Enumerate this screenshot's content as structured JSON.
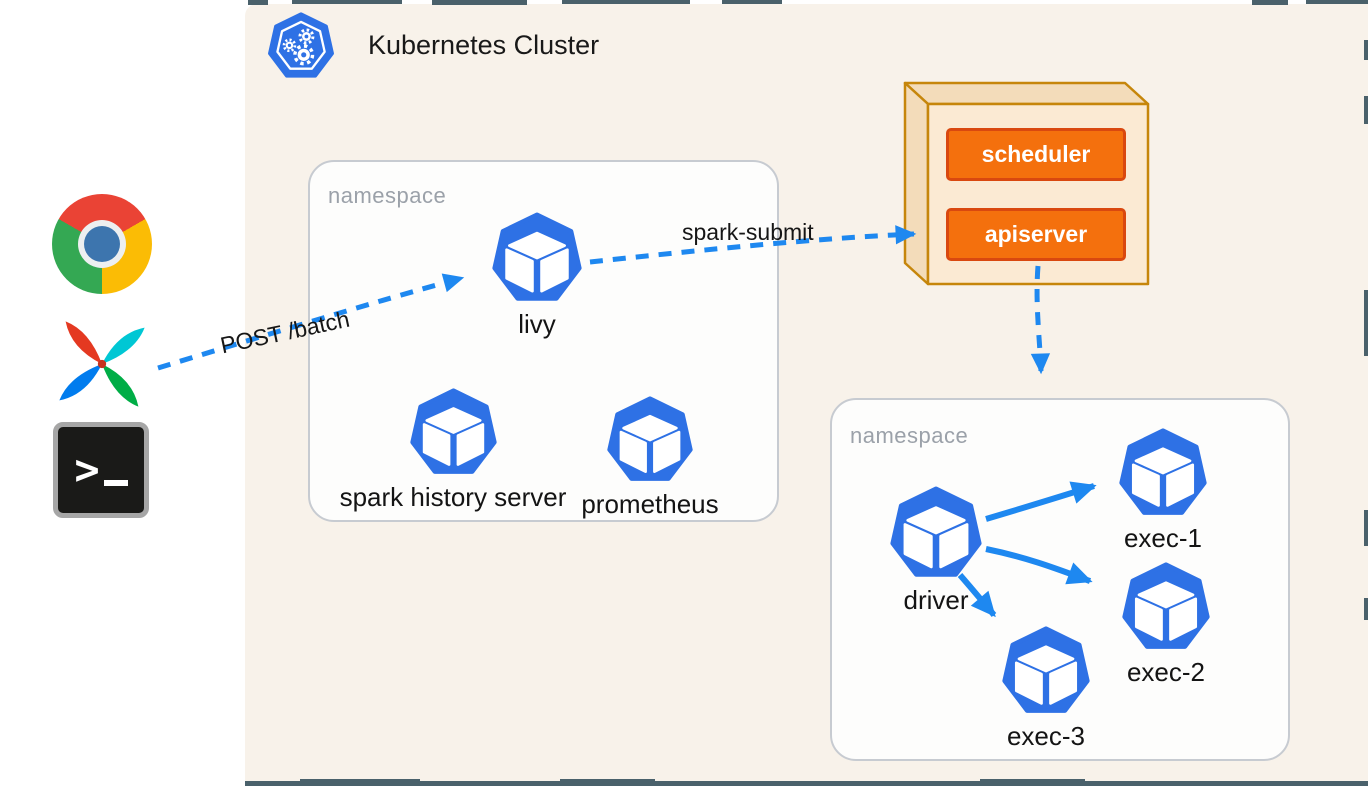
{
  "header": {
    "title": "Kubernetes Cluster"
  },
  "icons": {
    "cluster_logo": "kubernetes-cluster-icon",
    "chrome": "chrome-browser-icon",
    "airflow": "airflow-pinwheel-icon",
    "terminal": "terminal-prompt-icon",
    "pod": "kubernetes-pod-icon"
  },
  "namespace1": {
    "label": "namespace",
    "pods": [
      {
        "name": "livy"
      },
      {
        "name": "spark history server"
      },
      {
        "name": "prometheus"
      }
    ]
  },
  "namespace2": {
    "label": "namespace",
    "pods": [
      {
        "name": "driver"
      },
      {
        "name": "exec-1"
      },
      {
        "name": "exec-2"
      },
      {
        "name": "exec-3"
      }
    ]
  },
  "control_plane": {
    "components": [
      {
        "label": "scheduler"
      },
      {
        "label": "apiserver"
      }
    ]
  },
  "flows": {
    "post_batch": {
      "label": "POST /batch",
      "style": "dashed",
      "from": "airflow-client",
      "to": "livy"
    },
    "spark_submit": {
      "label": "spark-submit",
      "style": "dashed",
      "from": "livy",
      "to": "apiserver"
    },
    "apiserver_dispatch": {
      "label": "",
      "style": "dashed",
      "from": "apiserver",
      "to": "namespace2"
    },
    "driver_exec1": {
      "label": "",
      "style": "solid",
      "from": "driver",
      "to": "exec-1"
    },
    "driver_exec2": {
      "label": "",
      "style": "solid",
      "from": "driver",
      "to": "exec-2"
    },
    "driver_exec3": {
      "label": "",
      "style": "solid",
      "from": "driver",
      "to": "exec-3"
    }
  },
  "colors": {
    "panel_background": "#F8F2EA",
    "torn_edge": "#4A616B",
    "pod_blue": "#2E71E5",
    "arrow_blue": "#1E88F0",
    "component_orange": "#F4700D",
    "component_orange_border": "#D9480F",
    "box_gold_border": "#C6860B",
    "box_face": "#FBEAD3",
    "box_bevel": "#F3DCBA",
    "namespace_border": "#C7CBD1",
    "namespace_label": "#9BA1A9"
  }
}
